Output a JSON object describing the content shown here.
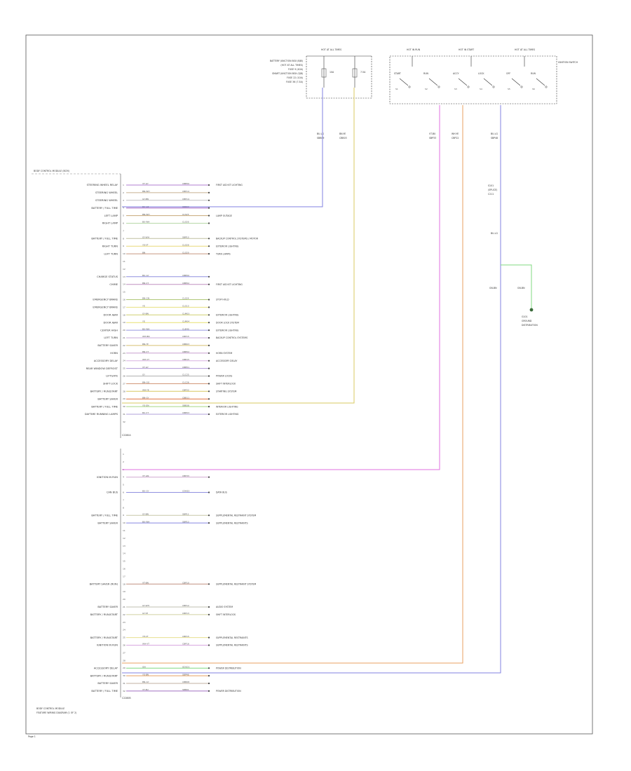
{
  "diagram": {
    "title_lines": [
      "BODY CONTROL MODULE",
      "FEATURE WIRING DIAGRAM (1 OF 2)"
    ],
    "page_number": "Page 1",
    "bcm_header": "BODY CONTROL MODULE (BCM)",
    "connector_a_label": "C2280A",
    "connector_b_label": "C2280B",
    "module_top_center": {
      "label_lines": [
        "BATTERY JUNCTION BOX (BJB)",
        "(HOT AT ALL TIMES)",
        "FUSE 9 (40A)",
        "SMART JUNCTION BOX (SJB)",
        "FUSE 22 (10A)",
        "FUSE 36 (7.5A)"
      ],
      "fuse_labels": [
        "10A",
        "7.5A"
      ],
      "header": "HOT AT ALL TIMES"
    },
    "module_top_right": {
      "headers": [
        "HOT IN RUN",
        "HOT IN START",
        "HOT AT ALL TIMES"
      ],
      "side_label": "IGNITION SWITCH",
      "switch_labels": [
        "START",
        "RUN",
        "ACCY",
        "LOCK",
        "OFF",
        "RUN"
      ],
      "contacts": [
        "S1",
        "S2",
        "S3",
        "S4",
        "S5",
        "S6"
      ]
    },
    "top_wire_labels": [
      {
        "code": "BU-LG",
        "name": "SBB09"
      },
      {
        "code": "BN-YE",
        "name": "CBB03"
      },
      {
        "code": "VT-BU",
        "name": "SBP33"
      },
      {
        "code": "WH-YE",
        "name": "CBP22"
      },
      {
        "code": "BU-LG",
        "name": "SBP48"
      }
    ],
    "right_lower": {
      "splice_label_lines": [
        "S101",
        "(SPLICE)",
        "C211"
      ],
      "wire_label": "BU-LG",
      "ground_labels": [
        "GN-BN",
        "GN-BN"
      ],
      "ground_name_lines": [
        "G101",
        "GROUND",
        "DISTRIBUTION"
      ]
    },
    "connector_a_pins": [
      {
        "pin": "1",
        "desc": "STEERING WHEEL RELAY",
        "code": "VT-GY",
        "circuit": "CBB50",
        "dest": "FIRST AID KIT LIGHTING",
        "color": "#b07cd0"
      },
      {
        "pin": "2",
        "desc": "STEERING WHEEL",
        "code": "BN-WH",
        "circuit": "CBP14",
        "dest": "",
        "color": "#c8b090"
      },
      {
        "pin": "3",
        "desc": "STEERING WHEEL",
        "code": "GY-BN",
        "circuit": "CBP14",
        "dest": "",
        "color": "#c0c0c0"
      },
      {
        "pin": "4",
        "desc": "BATTERY / FULL TIME",
        "code": "BU-LG",
        "circuit": "SBB09",
        "dest": "",
        "color": "#a060c0"
      },
      {
        "pin": "5",
        "desc": "LEFT LAMP",
        "code": "BN-WH",
        "circuit": "CLS25",
        "dest": "LAMP OUTAGE",
        "color": "#c8a878"
      },
      {
        "pin": "6",
        "desc": "RIGHT LAMP",
        "code": "BU-WH",
        "circuit": "CLS26",
        "dest": "",
        "color": "#b8d8a8"
      },
      {
        "pin": "7",
        "desc": "",
        "code": "",
        "circuit": "",
        "dest": "",
        "color": ""
      },
      {
        "pin": "8",
        "desc": "BATTERY / FULL TIME",
        "code": "GY-WH",
        "circuit": "SBP13",
        "dest": "BACKUP CONTROL SYSTEMS / MOTOR",
        "color": "#c0c0a0"
      },
      {
        "pin": "9",
        "desc": "RIGHT TURN",
        "code": "YE-VT",
        "circuit": "CLS28",
        "dest": "EXTERIOR LIGHTING",
        "color": "#e8d878"
      },
      {
        "pin": "10",
        "desc": "LEFT TURN",
        "code": "BN",
        "circuit": "CLS29",
        "dest": "TURN LAMPS",
        "color": "#c89880"
      },
      {
        "pin": "11",
        "desc": "",
        "code": "",
        "circuit": "",
        "dest": "",
        "color": ""
      },
      {
        "pin": "12",
        "desc": "",
        "code": "",
        "circuit": "",
        "dest": "",
        "color": ""
      },
      {
        "pin": "13",
        "desc": "CHARGE STATUS",
        "code": "BU-GY",
        "circuit": "CBB50",
        "dest": "",
        "color": "#9090e0"
      },
      {
        "pin": "14",
        "desc": "CHIME",
        "code": "BN-VT",
        "circuit": "CBB52",
        "dest": "FIRST AID KIT LIGHTING",
        "color": "#c090c0"
      },
      {
        "pin": "15",
        "desc": "",
        "code": "",
        "circuit": "",
        "dest": "",
        "color": ""
      },
      {
        "pin": "16",
        "desc": "EMERGENCY BRAKE",
        "code": "BN-GN",
        "circuit": "CLS24",
        "dest": "STOP HOLD",
        "color": "#b0c878"
      },
      {
        "pin": "17",
        "desc": "EMERGENCY BRAKE",
        "code": "YE",
        "circuit": "CLS13",
        "dest": "",
        "color": "#e8e080"
      },
      {
        "pin": "18",
        "desc": "DOOR AJAR",
        "code": "GY-BN",
        "circuit": "CLM03",
        "dest": "EXTERIOR LIGHTING",
        "color": "#d0d070"
      },
      {
        "pin": "19",
        "desc": "DOOR AJAR",
        "code": "YE",
        "circuit": "CLM04",
        "dest": "DOOR LOCK SYSTEM",
        "color": "#e8e070"
      },
      {
        "pin": "20",
        "desc": "CENTER HIGH",
        "code": "BU-WH",
        "circuit": "CLB40",
        "dest": "EXTERIOR LIGHTING",
        "color": "#9898e0"
      },
      {
        "pin": "21",
        "desc": "LEFT TURN",
        "code": "WH-BN",
        "circuit": "CBP15",
        "dest": "BACKUP CONTROL SYSTEMS",
        "color": "#c8a8d8"
      },
      {
        "pin": "22",
        "desc": "BATTERY SAVER",
        "code": "BN-YE",
        "circuit": "CBB03",
        "dest": "",
        "color": "#d8c070"
      },
      {
        "pin": "23",
        "desc": "HORN",
        "code": "BN-VT",
        "circuit": "CBB52",
        "dest": "HORN SYSTEM",
        "color": "#c8a0d0"
      },
      {
        "pin": "24",
        "desc": "ACCESSORY DELAY",
        "code": "WH-VT",
        "circuit": "CBB15",
        "dest": "ACCESSORY DELAY",
        "color": "#d8b0e0"
      },
      {
        "pin": "25",
        "desc": "REAR WINDOW DEFROST",
        "code": "VT-GY",
        "circuit": "CBB51",
        "dest": "",
        "color": "#b098d8"
      },
      {
        "pin": "26",
        "desc": "LIFTGATE",
        "code": "GY",
        "circuit": "CLC25",
        "dest": "POWER LOCKS",
        "color": "#b0b0b0"
      },
      {
        "pin": "27",
        "desc": "SHIFT LOCK",
        "code": "BN-OG",
        "circuit": "CLC26",
        "dest": "SHIFT INTERLOCK",
        "color": "#d09070"
      },
      {
        "pin": "28",
        "desc": "BATTERY / RUN/START",
        "code": "WH-YE",
        "circuit": "CBP22",
        "dest": "STARTING SYSTEM",
        "color": "#d8c860"
      },
      {
        "pin": "29",
        "desc": "BATTERY SAVER",
        "code": "BN-GY",
        "circuit": "CBB11",
        "dest": "",
        "color": "#e07040"
      },
      {
        "pin": "30",
        "desc": "BATTERY / FULL TIME",
        "code": "YE-GN",
        "circuit": "SBB38",
        "dest": "INTERIOR LIGHTING",
        "color": "#a8d880"
      },
      {
        "pin": "31",
        "desc": "DAYTIME RUNNING LAMPS",
        "code": "BU-VT",
        "circuit": "CBB53",
        "dest": "EXTERIOR LIGHTING",
        "color": "#b0a0d8"
      },
      {
        "pin": "32",
        "desc": "",
        "code": "",
        "circuit": "",
        "dest": "",
        "color": ""
      }
    ],
    "connector_b_pins": [
      {
        "pin": "1",
        "desc": "",
        "code": "",
        "circuit": "",
        "dest": "",
        "color": ""
      },
      {
        "pin": "2",
        "desc": "",
        "code": "",
        "circuit": "",
        "dest": "",
        "color": ""
      },
      {
        "pin": "3",
        "desc": "",
        "code": "",
        "circuit": "",
        "dest": "",
        "color": ""
      },
      {
        "pin": "4",
        "desc": "IGNITION IN RUN",
        "code": "VT-GN",
        "circuit": "CBP33",
        "dest": "",
        "color": "#d0a8d0"
      },
      {
        "pin": "5",
        "desc": "",
        "code": "",
        "circuit": "",
        "dest": "",
        "color": ""
      },
      {
        "pin": "6",
        "desc": "CAN BUS",
        "code": "BU-GY",
        "circuit": "CDN22",
        "dest": "DATA BUS",
        "color": "#9090e0"
      },
      {
        "pin": "7",
        "desc": "",
        "code": "",
        "circuit": "",
        "dest": "",
        "color": ""
      },
      {
        "pin": "8",
        "desc": "",
        "code": "",
        "circuit": "",
        "dest": "",
        "color": ""
      },
      {
        "pin": "9",
        "desc": "BATTERY / FULL TIME",
        "code": "GY-BN",
        "circuit": "SBP11",
        "dest": "SUPPLEMENTAL RESTRAINT SYSTEM",
        "color": "#c8c8a8"
      },
      {
        "pin": "10",
        "desc": "BATTERY SAVER",
        "code": "BU-WH",
        "circuit": "SBP10",
        "dest": "SUPPLEMENTAL RESTRAINTS",
        "color": "#8888e0"
      },
      {
        "pin": "11",
        "desc": "",
        "code": "",
        "circuit": "",
        "dest": "",
        "color": ""
      },
      {
        "pin": "12",
        "desc": "",
        "code": "",
        "circuit": "",
        "dest": "",
        "color": ""
      },
      {
        "pin": "13",
        "desc": "",
        "code": "",
        "circuit": "",
        "dest": "",
        "color": ""
      },
      {
        "pin": "14",
        "desc": "",
        "code": "",
        "circuit": "",
        "dest": "",
        "color": ""
      },
      {
        "pin": "15",
        "desc": "",
        "code": "",
        "circuit": "",
        "dest": "",
        "color": ""
      },
      {
        "pin": "16",
        "desc": "",
        "code": "",
        "circuit": "",
        "dest": "",
        "color": ""
      },
      {
        "pin": "17",
        "desc": "",
        "code": "",
        "circuit": "",
        "dest": "",
        "color": ""
      },
      {
        "pin": "18",
        "desc": "BATTERY SAVER (RUN)",
        "code": "VT-BN",
        "circuit": "CBP10",
        "dest": "SUPPLEMENTAL RESTRAINT SYSTEM",
        "color": "#c09080"
      },
      {
        "pin": "19",
        "desc": "",
        "code": "",
        "circuit": "",
        "dest": "",
        "color": ""
      },
      {
        "pin": "20",
        "desc": "",
        "code": "",
        "circuit": "",
        "dest": "",
        "color": ""
      },
      {
        "pin": "21",
        "desc": "BATTERY SAVER",
        "code": "GY-WH",
        "circuit": "CBP12",
        "dest": "AUDIO SYSTEM",
        "color": "#c0c0b0"
      },
      {
        "pin": "22",
        "desc": "BATTERY / RUN/START",
        "code": "GY-YE",
        "circuit": "CBP13",
        "dest": "SHIFT INTERLOCK",
        "color": "#d0d0a0"
      },
      {
        "pin": "23",
        "desc": "",
        "code": "",
        "circuit": "",
        "dest": "",
        "color": ""
      },
      {
        "pin": "24",
        "desc": "",
        "code": "",
        "circuit": "",
        "dest": "",
        "color": ""
      },
      {
        "pin": "25",
        "desc": "BATTERY / RUN/START",
        "code": "YE-VT",
        "circuit": "CBP15",
        "dest": "SUPPLEMENTAL RESTRAINTS",
        "color": "#e8e090"
      },
      {
        "pin": "26",
        "desc": "IGNITION IN RUN",
        "code": "WH-VT",
        "circuit": "CBP16",
        "dest": "SUPPLEMENTAL RESTRAINTS",
        "color": "#d8a8e0"
      },
      {
        "pin": "27",
        "desc": "",
        "code": "",
        "circuit": "",
        "dest": "",
        "color": ""
      },
      {
        "pin": "28",
        "desc": "",
        "code": "",
        "circuit": "",
        "dest": "",
        "color": ""
      },
      {
        "pin": "29",
        "desc": "ACCESSORY DELAY",
        "code": "GN",
        "circuit": "GD101",
        "dest": "POWER DISTRIBUTION",
        "color": "#80d880"
      },
      {
        "pin": "30",
        "desc": "BATTERY / RUN/START",
        "code": "YE-BN",
        "circuit": "SBP48",
        "dest": "",
        "color": "#e8a060"
      },
      {
        "pin": "31",
        "desc": "BATTERY SAVER",
        "code": "BN-GY",
        "circuit": "CBB08",
        "dest": "",
        "color": "#c0b0a0"
      },
      {
        "pin": "32",
        "desc": "BATTERY / FULL TIME",
        "code": "VT-BU",
        "circuit": "SBB01",
        "dest": "POWER DISTRIBUTION",
        "color": "#a070c0"
      }
    ]
  }
}
